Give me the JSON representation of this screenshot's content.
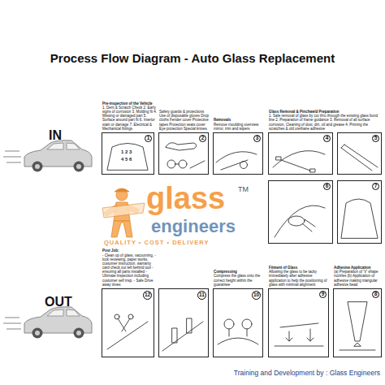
{
  "diagram": {
    "title": "Process Flow Diagram - Auto Glass Replacement",
    "nodes": [
      {
        "text": [
          "Pre-inspection of the Vehicle",
          "1. Dent & Scratch Check 2. Early signs of corrosion 3. Molding fit 4. Missing or damaged part 5. Surface around part fit 6. Interior stain or damage 7. Electrical & Mechanical fittings",
          "1"
        ]
      },
      {
        "text": [
          "Safety guards & protections Use of disposable gloves Drop cloths Fender cover Protective tapes Protection seats cover Eye protection Special knives",
          "2"
        ]
      },
      {
        "text": [
          "Removals",
          "Remove moulding overview mirror, trim and wipers",
          "3"
        ]
      },
      {
        "text": [
          "Glass Removal & Pinchweld Preparation",
          "1. Safe removal of glass by cut thru through the existing glass bond line 2. Preparation of frame guidance 3. Removal of all surface corrosion, Cleaning of dust, dirt, oil and grease 4. Priming the scratches & old urethane adhesive",
          "4"
        ]
      },
      {
        "text": [
          "5"
        ]
      },
      {
        "text": [
          "6"
        ]
      },
      {
        "text": [
          "7"
        ]
      },
      {
        "text": [
          "Adhesive Application",
          "(a) Preparation of 'V' shape nozzles (b) Application of adhesive making triangular adhesive bead",
          "8"
        ]
      },
      {
        "text": [
          "Fitment of Glass",
          "Allowing the glass to be tacky immediately after adhesive application to help the positioning of glass with minimal alignment",
          "9"
        ]
      },
      {
        "text": [
          "Compressing",
          "Compress the glass onto the correct height within the guarantee",
          "10"
        ]
      },
      {
        "text": [
          "11"
        ]
      },
      {
        "text": [
          "Post Job:",
          "- Clean up of glass, vacuuming, - lock reviewing, paper works, customer instruction, warranty card check out left behind tool - ensuring all parts installed - Ultimate inspection including customer self insp. - Safe Drive away times",
          "12"
        ]
      }
    ],
    "labels": [
      "IN",
      "OUT",
      "1 2 3",
      "4 5 6",
      "glass",
      "engineers",
      "TM",
      "QUALITY • COST • DELIVERY",
      "Training and Development by : Glass Engineers"
    ]
  }
}
